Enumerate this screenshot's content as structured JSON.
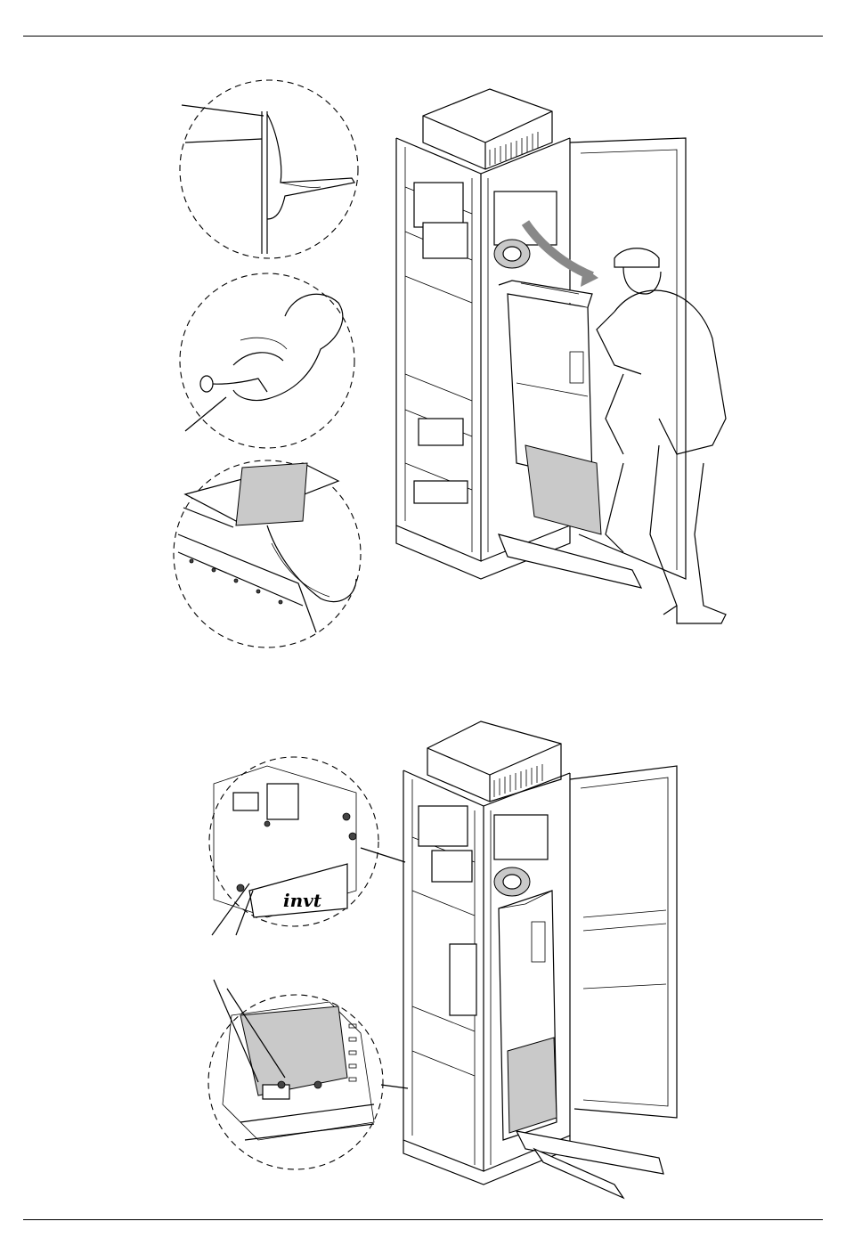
{
  "page": {
    "header_rule": true,
    "footer_rule": true
  },
  "figures": [
    {
      "id": "figure-top",
      "subject": "cabinet-with-module-being-pushed-in",
      "callouts": [
        "cabinet-edge-detail",
        "handle-detail",
        "rail-foot-detail"
      ]
    },
    {
      "id": "figure-bottom",
      "subject": "cabinet-with-module-installed",
      "callouts": [
        "screw-mounting-detail",
        "bottom-fixing-detail"
      ],
      "logo_text": "invt"
    }
  ]
}
